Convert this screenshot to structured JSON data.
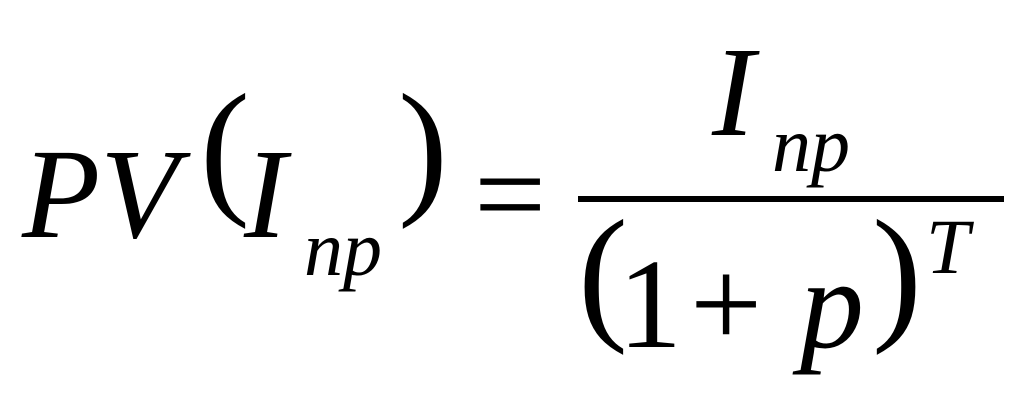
{
  "formula": {
    "lhs": {
      "func": "PV",
      "open_paren": "(",
      "arg_main": "I",
      "arg_sub": "np",
      "close_paren": ")"
    },
    "equals": "=",
    "numerator": {
      "main": "I",
      "sub": "np"
    },
    "denominator": {
      "open_paren": "(",
      "one": "1",
      "plus": "+",
      "rate": "p",
      "close_paren": ")",
      "exponent": "T"
    }
  }
}
